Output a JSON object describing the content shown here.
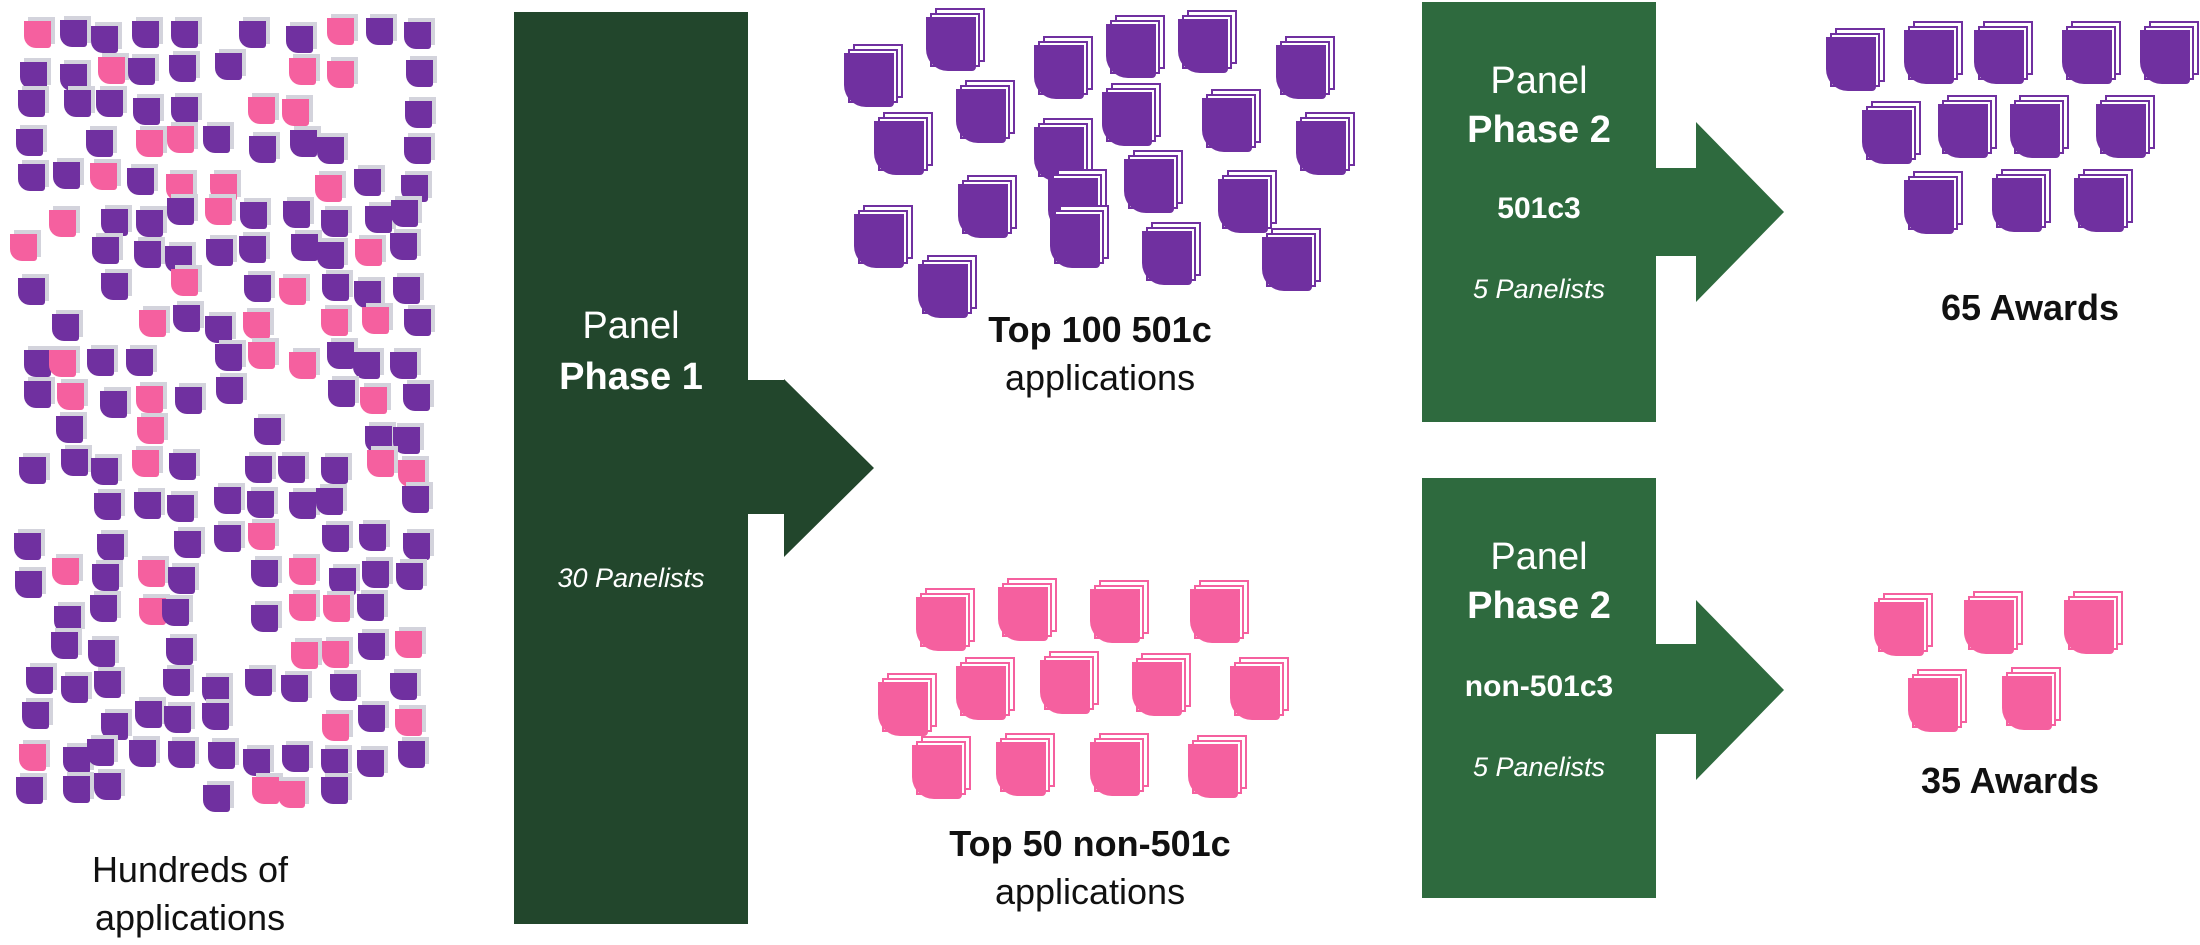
{
  "colors": {
    "phase1": "#22462c",
    "phase2": "#2e6a3e",
    "purple": "#7030a0",
    "pink": "#f5609f"
  },
  "applications_caption": [
    "Hundreds of",
    "applications"
  ],
  "phase1": {
    "title": "Panel",
    "phase": "Phase 1",
    "panelists": "30 Panelists"
  },
  "top501c": {
    "bold": "Top 100 501c",
    "rest": "applications"
  },
  "topnon": {
    "bold": "Top 50 non-501c",
    "rest": "applications"
  },
  "phase2a": {
    "title": "Panel",
    "phase": "Phase 2",
    "category": "501c3",
    "panelists": "5 Panelists"
  },
  "phase2b": {
    "title": "Panel",
    "phase": "Phase 2",
    "category": "non-501c3",
    "panelists": "5 Panelists"
  },
  "awards_a": "65 Awards",
  "awards_b": "35 Awards"
}
